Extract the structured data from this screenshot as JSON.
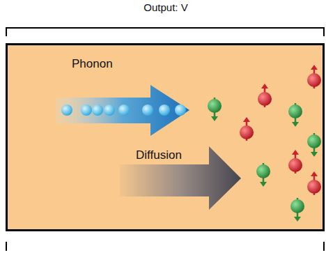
{
  "diagram": {
    "nodes": [
      {
        "text": [
          "Phonon",
          "Diffusion"
        ]
      }
    ],
    "labels": [
      "Output: V"
    ]
  }
}
